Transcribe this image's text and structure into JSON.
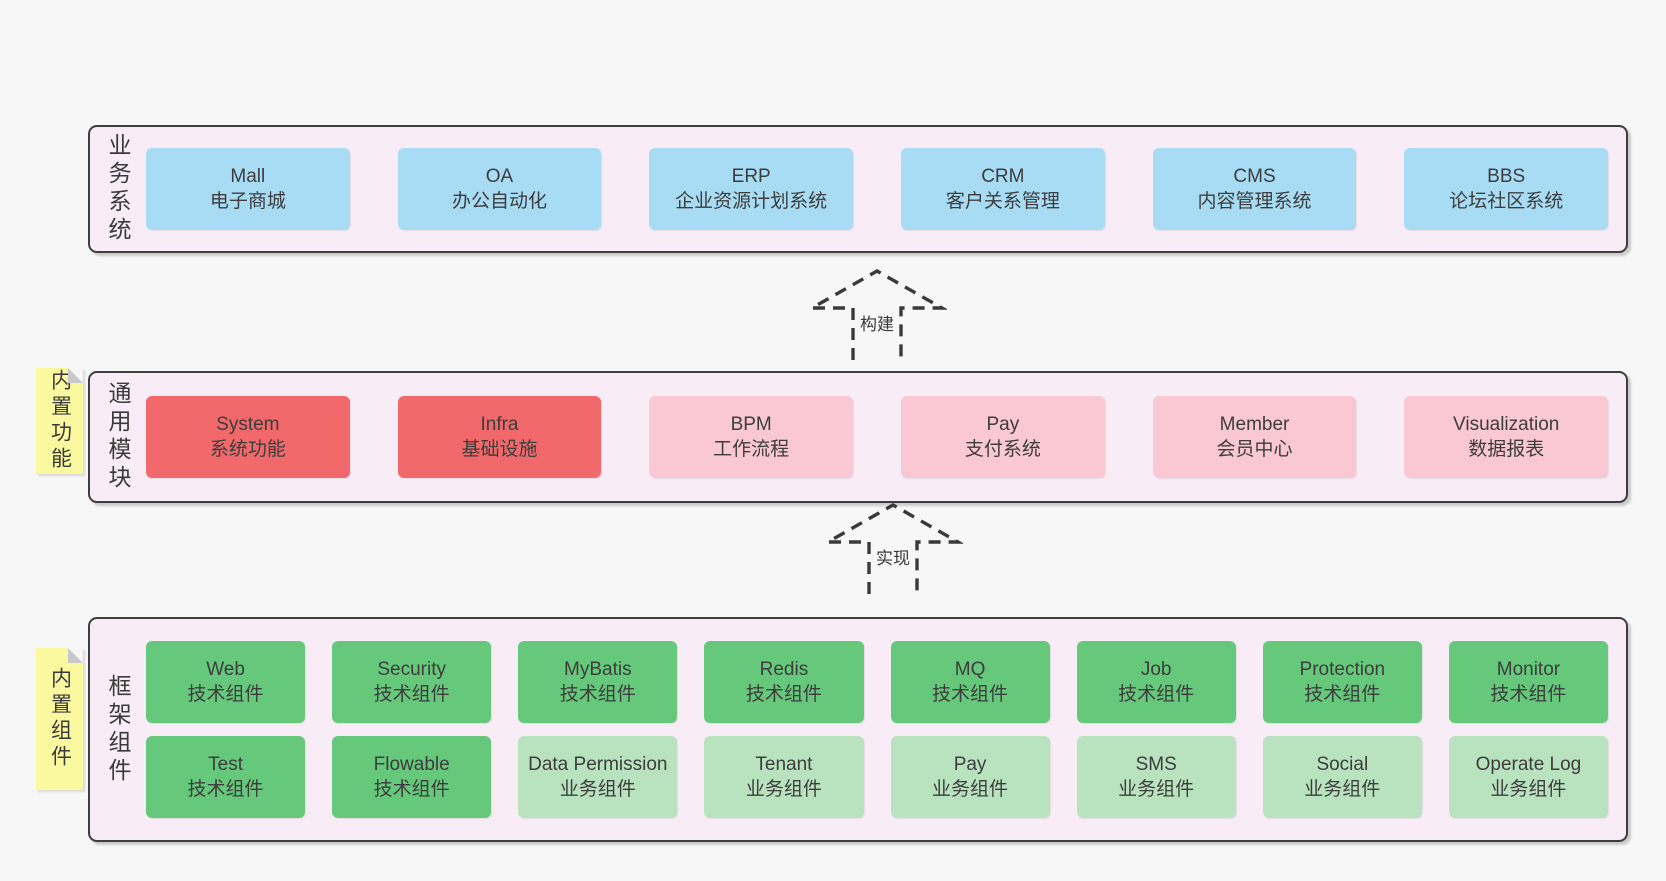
{
  "colors": {
    "background": "#f7f7f7",
    "layer_fill": "#f8edf6",
    "layer_border": "#3e3e3e",
    "blue": "#a8dcf5",
    "red": "#f1696b",
    "pink": "#f9c8d2",
    "green": "#65c87b",
    "light_green": "#b9e3bf",
    "tag_yellow": "#fbf9a0",
    "text": "#3d3d3d"
  },
  "arrows": [
    {
      "label": "构建"
    },
    {
      "label": "实现"
    }
  ],
  "side_tags": [
    {
      "label": "内置功能"
    },
    {
      "label": "内置组件"
    }
  ],
  "layers": {
    "business": {
      "label": "业务系统",
      "boxes": [
        {
          "title": "Mall",
          "subtitle": "电子商城",
          "type": "blue"
        },
        {
          "title": "OA",
          "subtitle": "办公自动化",
          "type": "blue"
        },
        {
          "title": "ERP",
          "subtitle": "企业资源计划系统",
          "type": "blue"
        },
        {
          "title": "CRM",
          "subtitle": "客户关系管理",
          "type": "blue"
        },
        {
          "title": "CMS",
          "subtitle": "内容管理系统",
          "type": "blue"
        },
        {
          "title": "BBS",
          "subtitle": "论坛社区系统",
          "type": "blue"
        }
      ]
    },
    "modules": {
      "label": "通用模块",
      "boxes": [
        {
          "title": "System",
          "subtitle": "系统功能",
          "type": "red"
        },
        {
          "title": "Infra",
          "subtitle": "基础设施",
          "type": "red"
        },
        {
          "title": "BPM",
          "subtitle": "工作流程",
          "type": "pink"
        },
        {
          "title": "Pay",
          "subtitle": "支付系统",
          "type": "pink"
        },
        {
          "title": "Member",
          "subtitle": "会员中心",
          "type": "pink"
        },
        {
          "title": "Visualization",
          "subtitle": "数据报表",
          "type": "pink"
        }
      ]
    },
    "components": {
      "label": "框架组件",
      "boxes": [
        {
          "title": "Web",
          "subtitle": "技术组件",
          "type": "green"
        },
        {
          "title": "Security",
          "subtitle": "技术组件",
          "type": "green"
        },
        {
          "title": "MyBatis",
          "subtitle": "技术组件",
          "type": "green"
        },
        {
          "title": "Redis",
          "subtitle": "技术组件",
          "type": "green"
        },
        {
          "title": "MQ",
          "subtitle": "技术组件",
          "type": "green"
        },
        {
          "title": "Job",
          "subtitle": "技术组件",
          "type": "green"
        },
        {
          "title": "Protection",
          "subtitle": "技术组件",
          "type": "green"
        },
        {
          "title": "Monitor",
          "subtitle": "技术组件",
          "type": "green"
        },
        {
          "title": "Test",
          "subtitle": "技术组件",
          "type": "green"
        },
        {
          "title": "Flowable",
          "subtitle": "技术组件",
          "type": "green"
        },
        {
          "title": "Data Permission",
          "subtitle": "业务组件",
          "type": "light_green"
        },
        {
          "title": "Tenant",
          "subtitle": "业务组件",
          "type": "light_green"
        },
        {
          "title": "Pay",
          "subtitle": "业务组件",
          "type": "light_green"
        },
        {
          "title": "SMS",
          "subtitle": "业务组件",
          "type": "light_green"
        },
        {
          "title": "Social",
          "subtitle": "业务组件",
          "type": "light_green"
        },
        {
          "title": "Operate Log",
          "subtitle": "业务组件",
          "type": "light_green"
        }
      ]
    }
  }
}
